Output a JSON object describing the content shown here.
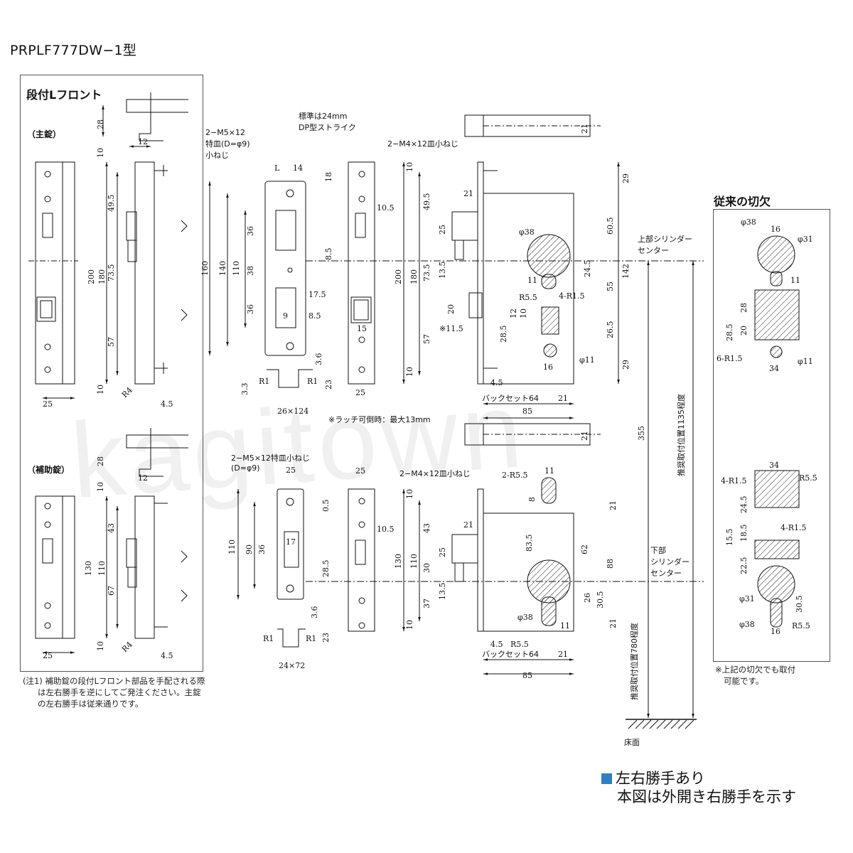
{
  "title": "PRPLF777DW−1型",
  "watermark": "kagitown",
  "left_panel": {
    "title": "段付Lフロント",
    "main_lock_label": "（主錠）",
    "sub_lock_label": "（補助錠）",
    "note": [
      "(注1) 補助錠の段付Lフロント部品を手配される際",
      "は左右勝手を逆にしてご発注ください。主錠",
      "の左右勝手は従来通りです。"
    ]
  },
  "right_panel": {
    "title": "従来の切欠",
    "note": [
      "※上記の切欠でも取付",
      "可能です。"
    ]
  },
  "labels": {
    "strike_std": "標準は24mm",
    "strike_type": "DP型ストライク",
    "screw_main_1": "2−M5×12",
    "screw_main_2": "特皿(D=φ9)",
    "screw_main_3": "小ねじ",
    "screw_sub_1": "2−M5×12特皿小ねじ",
    "screw_sub_2": "(D=φ9)",
    "screw_m4": "2−M4×12皿小ねじ",
    "latch_note": "※ラッチ可倒時：最大13mm",
    "upper_cyl_1": "上部シリンダー",
    "upper_cyl_2": "センター",
    "lower_cyl_1": "下部",
    "lower_cyl_2": "シリンダー",
    "lower_cyl_3": "センター",
    "install_upper": "推奨取付位置1135程度",
    "install_lower": "推奨取付位置780程度",
    "floor": "床面",
    "backset": "バックセット64",
    "strike_size_main": "26×124",
    "strike_size_sub": "24×72"
  },
  "dims": {
    "d28": "28",
    "d12": "12",
    "d10": "10",
    "d49_5": "49.5",
    "d73_5": "73.5",
    "d57": "57",
    "d200": "200",
    "d180": "180",
    "d25": "25",
    "d4_5": "4.5",
    "r4": "R4",
    "dL": "L",
    "d14": "14",
    "d18": "18",
    "d160": "160",
    "d140": "140",
    "d110": "110",
    "d36": "36",
    "d38": "38",
    "d9": "9",
    "d8_5": "8.5",
    "d17_5": "17.5",
    "d3_6": "3.6",
    "d3_3": "3.3",
    "d23": "23",
    "r1": "R1",
    "d10_5": "10.5",
    "d15": "15",
    "d21": "21",
    "d29": "29",
    "d60_5": "60.5",
    "d142": "142",
    "d55": "55",
    "d26_5": "26.5",
    "d24_5": "24.5",
    "d13_5": "13.5",
    "d20": "20",
    "d11_5": "※11.5",
    "d28_5": "28.5",
    "d12b": "12",
    "d11": "11",
    "d16": "16",
    "phi38": "φ38",
    "phi11": "φ11",
    "phi31": "φ31",
    "r5_5": "R5.5",
    "r1_5_4": "4-R1.5",
    "d85": "85",
    "d64": "64",
    "d355": "355",
    "d43": "43",
    "d67": "67",
    "d130": "130",
    "d90": "90",
    "d17": "17",
    "d0_5": "0.5",
    "d30": "30",
    "d37": "37",
    "d83_5": "83.5",
    "d62": "62",
    "d88": "88",
    "d26": "26",
    "d30_5": "30.5",
    "r5_5_2": "2-R5.5",
    "d8": "8",
    "d34": "34",
    "d22_5": "22.5",
    "d18_5": "18.5",
    "d15_5": "15.5",
    "r1_5_6": "6-R1.5"
  }
}
